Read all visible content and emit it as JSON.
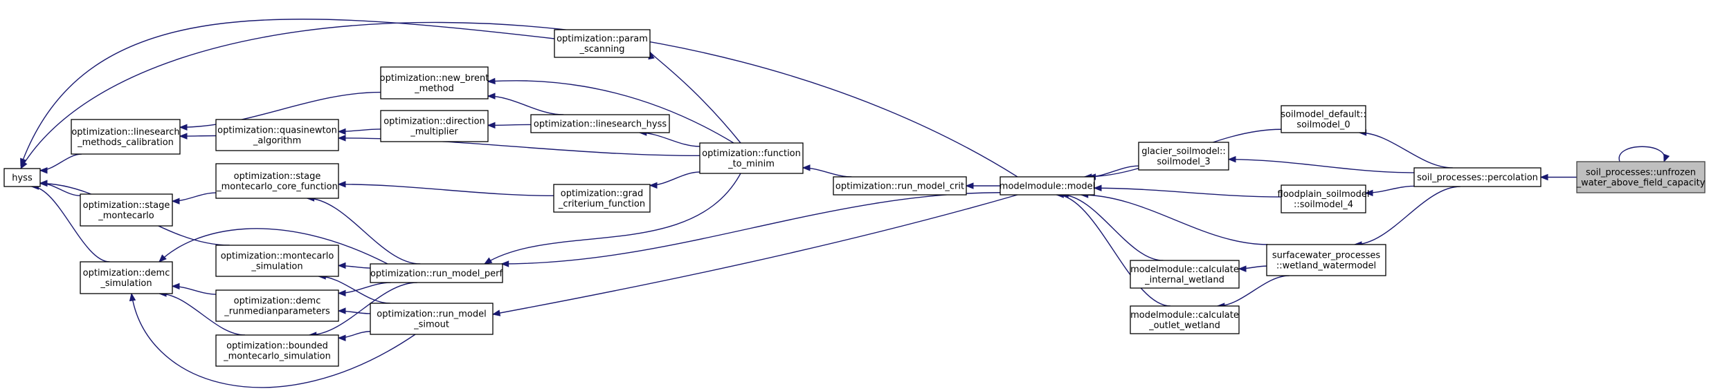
{
  "colors": {
    "edge": "#191970",
    "node_border": "#000000",
    "root_fill": "#bfbfbf",
    "background": "#ffffff"
  },
  "nodes": [
    {
      "id": "hyss",
      "lines": [
        "hyss"
      ]
    },
    {
      "id": "opt_linesearch_methods_calibration",
      "lines": [
        "optimization::linesearch",
        "_methods_calibration"
      ]
    },
    {
      "id": "opt_stage_montecarlo",
      "lines": [
        "optimization::stage",
        "_montecarlo"
      ]
    },
    {
      "id": "opt_demc_simulation",
      "lines": [
        "optimization::demc",
        "_simulation"
      ]
    },
    {
      "id": "opt_quasinewton_algorithm",
      "lines": [
        "optimization::quasinewton",
        "_algorithm"
      ]
    },
    {
      "id": "opt_stage_montecarlo_core_function",
      "lines": [
        "optimization::stage",
        "_montecarlo_core_function"
      ]
    },
    {
      "id": "opt_montecarlo_simulation",
      "lines": [
        "optimization::montecarlo",
        "_simulation"
      ]
    },
    {
      "id": "opt_demc_runmedianparameters",
      "lines": [
        "optimization::demc",
        "_runmedianparameters"
      ]
    },
    {
      "id": "opt_bounded_montecarlo_simulation",
      "lines": [
        "optimization::bounded",
        "_montecarlo_simulation"
      ]
    },
    {
      "id": "opt_new_brent_method",
      "lines": [
        "optimization::new_brent",
        "_method"
      ]
    },
    {
      "id": "opt_direction_multiplier",
      "lines": [
        "optimization::direction",
        "_multiplier"
      ]
    },
    {
      "id": "opt_run_model_perf",
      "lines": [
        "optimization::run_model_perf"
      ]
    },
    {
      "id": "opt_run_model_simout",
      "lines": [
        "optimization::run_model",
        "_simout"
      ]
    },
    {
      "id": "opt_param_scanning",
      "lines": [
        "optimization::param",
        "_scanning"
      ]
    },
    {
      "id": "opt_linesearch_hyss",
      "lines": [
        "optimization::linesearch_hyss"
      ]
    },
    {
      "id": "opt_grad_criterium_function",
      "lines": [
        "optimization::grad",
        "_criterium_function"
      ]
    },
    {
      "id": "opt_function_to_minim",
      "lines": [
        "optimization::function",
        "_to_minim"
      ]
    },
    {
      "id": "opt_run_model_crit",
      "lines": [
        "optimization::run_model_crit"
      ]
    },
    {
      "id": "modelmodule_model",
      "lines": [
        "modelmodule::model"
      ]
    },
    {
      "id": "soilmodel_default_soilmodel_0",
      "lines": [
        "soilmodel_default::",
        "soilmodel_0"
      ]
    },
    {
      "id": "glacier_soilmodel_soilmodel_3",
      "lines": [
        "glacier_soilmodel::",
        "soilmodel_3"
      ]
    },
    {
      "id": "floodplain_soilmodel_soilmodel_4",
      "lines": [
        "floodplain_soilmodel",
        "::soilmodel_4"
      ]
    },
    {
      "id": "modelmodule_calculate_internal_wetland",
      "lines": [
        "modelmodule::calculate",
        "_internal_wetland"
      ]
    },
    {
      "id": "modelmodule_calculate_outlet_wetland",
      "lines": [
        "modelmodule::calculate",
        "_outlet_wetland"
      ]
    },
    {
      "id": "surfacewater_processes_wetland_watermodel",
      "lines": [
        "surfacewater_processes",
        "::wetland_watermodel"
      ]
    },
    {
      "id": "soil_processes_percolation",
      "lines": [
        "soil_processes::percolation"
      ]
    },
    {
      "id": "soil_processes_unfrozen_water_above_field_capacity",
      "lines": [
        "soil_processes::unfrozen",
        "_water_above_field_capacity"
      ],
      "root": true
    }
  ],
  "edges": [
    [
      "opt_linesearch_methods_calibration",
      "hyss"
    ],
    [
      "opt_stage_montecarlo",
      "hyss"
    ],
    [
      "opt_demc_simulation",
      "hyss"
    ],
    [
      "opt_quasinewton_algorithm",
      "opt_linesearch_methods_calibration"
    ],
    [
      "opt_stage_montecarlo_core_function",
      "opt_stage_montecarlo"
    ],
    [
      "opt_demc_runmedianparameters",
      "opt_demc_simulation"
    ],
    [
      "opt_bounded_montecarlo_simulation",
      "opt_demc_simulation"
    ],
    [
      "opt_montecarlo_simulation",
      "hyss"
    ],
    [
      "opt_param_scanning",
      "hyss"
    ],
    [
      "opt_new_brent_method",
      "opt_linesearch_methods_calibration"
    ],
    [
      "opt_direction_multiplier",
      "opt_quasinewton_algorithm"
    ],
    [
      "opt_linesearch_hyss",
      "opt_new_brent_method"
    ],
    [
      "opt_linesearch_hyss",
      "opt_direction_multiplier"
    ],
    [
      "opt_grad_criterium_function",
      "opt_stage_montecarlo_core_function"
    ],
    [
      "opt_run_model_perf",
      "opt_stage_montecarlo_core_function"
    ],
    [
      "opt_run_model_perf",
      "opt_demc_simulation"
    ],
    [
      "opt_run_model_perf",
      "opt_montecarlo_simulation"
    ],
    [
      "opt_run_model_perf",
      "opt_demc_runmedianparameters"
    ],
    [
      "opt_run_model_perf",
      "opt_bounded_montecarlo_simulation"
    ],
    [
      "opt_run_model_simout",
      "opt_montecarlo_simulation"
    ],
    [
      "opt_run_model_simout",
      "opt_demc_runmedianparameters"
    ],
    [
      "opt_run_model_simout",
      "opt_bounded_montecarlo_simulation"
    ],
    [
      "opt_run_model_simout",
      "opt_demc_simulation"
    ],
    [
      "opt_function_to_minim",
      "opt_param_scanning"
    ],
    [
      "opt_function_to_minim",
      "opt_new_brent_method"
    ],
    [
      "opt_function_to_minim",
      "opt_linesearch_hyss"
    ],
    [
      "opt_function_to_minim",
      "opt_quasinewton_algorithm"
    ],
    [
      "opt_function_to_minim",
      "opt_grad_criterium_function"
    ],
    [
      "opt_function_to_minim",
      "opt_run_model_perf"
    ],
    [
      "opt_run_model_crit",
      "opt_function_to_minim"
    ],
    [
      "modelmodule_model",
      "opt_run_model_crit"
    ],
    [
      "modelmodule_model",
      "opt_run_model_perf"
    ],
    [
      "modelmodule_model",
      "opt_run_model_simout"
    ],
    [
      "modelmodule_model",
      "hyss"
    ],
    [
      "soilmodel_default_soilmodel_0",
      "modelmodule_model"
    ],
    [
      "glacier_soilmodel_soilmodel_3",
      "modelmodule_model"
    ],
    [
      "floodplain_soilmodel_soilmodel_4",
      "modelmodule_model"
    ],
    [
      "surfacewater_processes_wetland_watermodel",
      "modelmodule_model"
    ],
    [
      "modelmodule_calculate_internal_wetland",
      "modelmodule_model"
    ],
    [
      "modelmodule_calculate_outlet_wetland",
      "modelmodule_model"
    ],
    [
      "surfacewater_processes_wetland_watermodel",
      "modelmodule_calculate_internal_wetland"
    ],
    [
      "surfacewater_processes_wetland_watermodel",
      "modelmodule_calculate_outlet_wetland"
    ],
    [
      "soil_processes_percolation",
      "soilmodel_default_soilmodel_0"
    ],
    [
      "soil_processes_percolation",
      "glacier_soilmodel_soilmodel_3"
    ],
    [
      "soil_processes_percolation",
      "floodplain_soilmodel_soilmodel_4"
    ],
    [
      "soil_processes_percolation",
      "surfacewater_processes_wetland_watermodel"
    ],
    [
      "soil_processes_unfrozen_water_above_field_capacity",
      "soil_processes_percolation"
    ],
    [
      "soil_processes_unfrozen_water_above_field_capacity",
      "soil_processes_unfrozen_water_above_field_capacity"
    ]
  ]
}
